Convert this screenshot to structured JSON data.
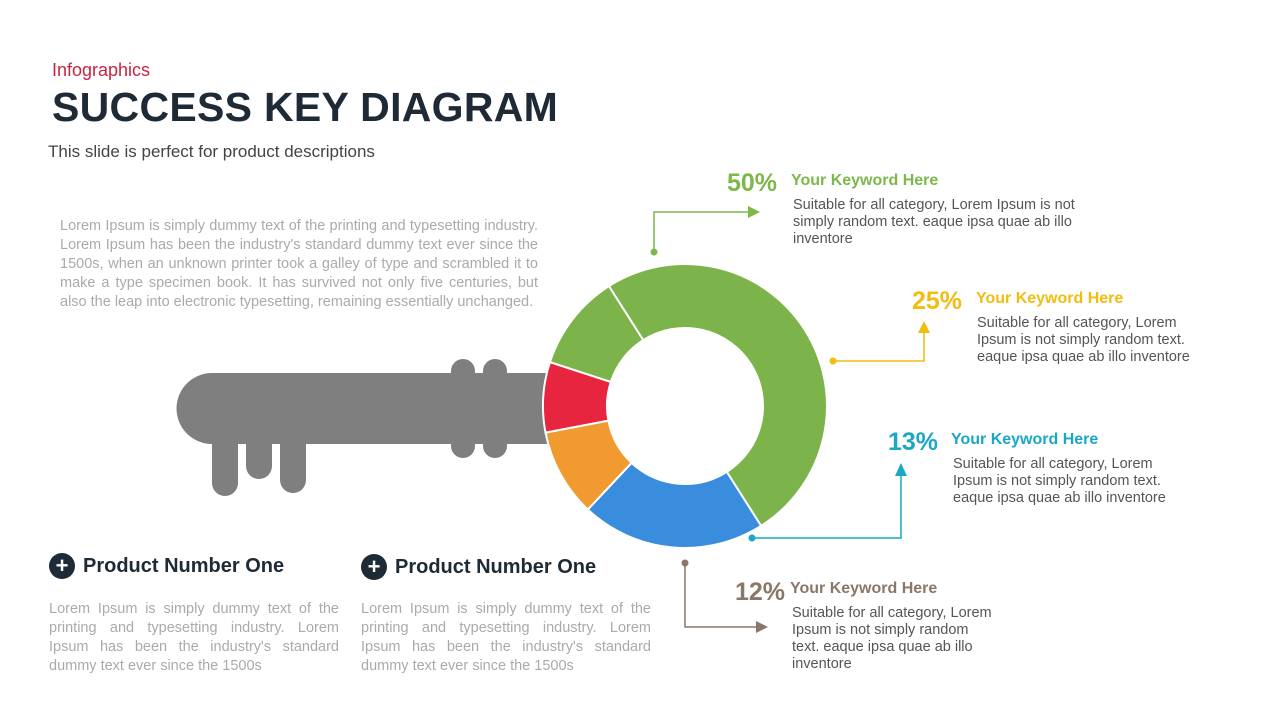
{
  "header": {
    "supertitle": "Infographics",
    "title": "SUCCESS KEY DIAGRAM",
    "subtitle": "This slide is perfect for product descriptions"
  },
  "intro_text": "Lorem Ipsum is simply dummy text of the printing and typesetting industry. Lorem Ipsum has been the industry's standard dummy text ever since the 1500s, when an unknown printer took a galley of type and scrambled it to make a type specimen book. It has survived not only five centuries, but also the leap into electronic typesetting, remaining essentially unchanged.",
  "products": [
    {
      "title": "Product Number One",
      "text": "Lorem Ipsum is simply dummy text of the printing and typesetting industry. Lorem Ipsum has been the industry's standard dummy text ever since the 1500s"
    },
    {
      "title": "Product Number One",
      "text": "Lorem Ipsum is simply dummy text of the printing and typesetting industry. Lorem Ipsum has been the industry's standard dummy text ever since the 1500s"
    }
  ],
  "callouts": [
    {
      "percent": "50%",
      "keyword": "Your Keyword Here",
      "text": "Suitable for all category, Lorem Ipsum is not simply random text. eaque ipsa quae ab illo inventore",
      "color": "#7cb84a"
    },
    {
      "percent": "25%",
      "keyword": "Your Keyword Here",
      "text": "Suitable for all category, Lorem Ipsum is not simply random text. eaque ipsa quae ab illo inventore",
      "color": "#f2bc10"
    },
    {
      "percent": "13%",
      "keyword": "Your Keyword Here",
      "text": "Suitable for all category, Lorem Ipsum is not simply random text. eaque ipsa quae ab illo inventore",
      "color": "#1aa8c4"
    },
    {
      "percent": "12%",
      "keyword": "Your Keyword Here",
      "text": "Suitable for all category, Lorem Ipsum is not simply random text. eaque ipsa quae ab illo inventore",
      "color": "#8a7767"
    }
  ],
  "donut": {
    "segments": [
      {
        "label": "green",
        "value": 50,
        "color": "#7cb34a"
      },
      {
        "label": "blue",
        "value": 21,
        "color": "#3a8ddc"
      },
      {
        "label": "orange",
        "value": 10,
        "color": "#f09a30"
      },
      {
        "label": "red",
        "value": 8,
        "color": "#e8253f"
      },
      {
        "label": "green-rest",
        "value": 11,
        "color": "#7cb34a"
      }
    ]
  },
  "key_color": "#7f7f7f",
  "icons": {
    "plus": "plus-circle-icon",
    "key": "key-icon"
  },
  "plus_glyph": "+"
}
